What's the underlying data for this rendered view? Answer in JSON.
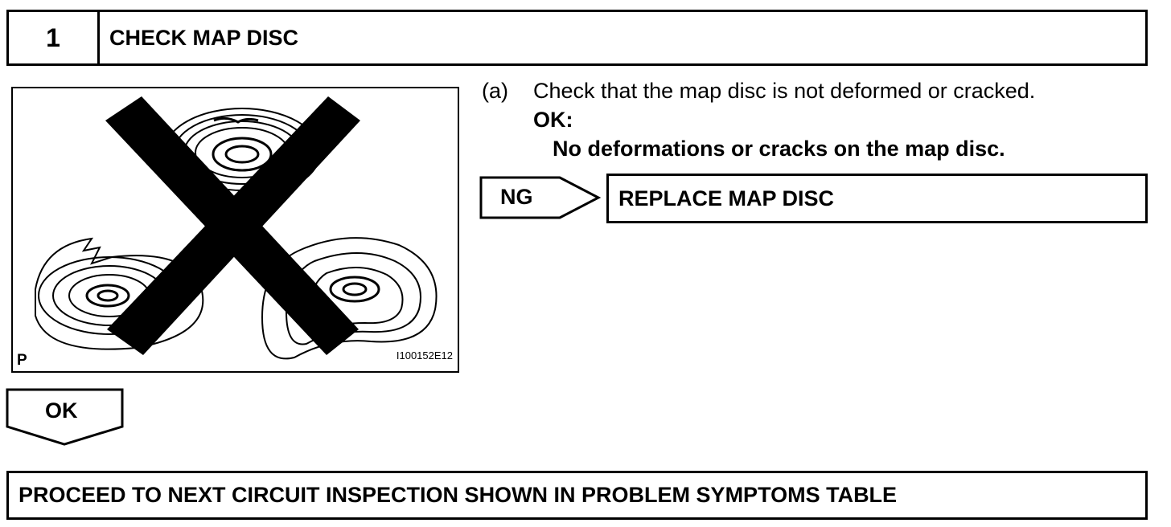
{
  "step": {
    "number": "1",
    "title": "CHECK MAP DISC"
  },
  "figure": {
    "corner_label": "P",
    "code": "I100152E12"
  },
  "instruction": {
    "marker": "(a)",
    "text": "Check that the map disc is not deformed or cracked.",
    "ok_label": "OK:",
    "spec": "No deformations or cracks on the map disc."
  },
  "ng_result": {
    "label": "NG",
    "action": "REPLACE MAP DISC"
  },
  "ok_result": {
    "label": "OK",
    "action": "PROCEED TO NEXT CIRCUIT INSPECTION SHOWN IN PROBLEM SYMPTOMS TABLE"
  }
}
